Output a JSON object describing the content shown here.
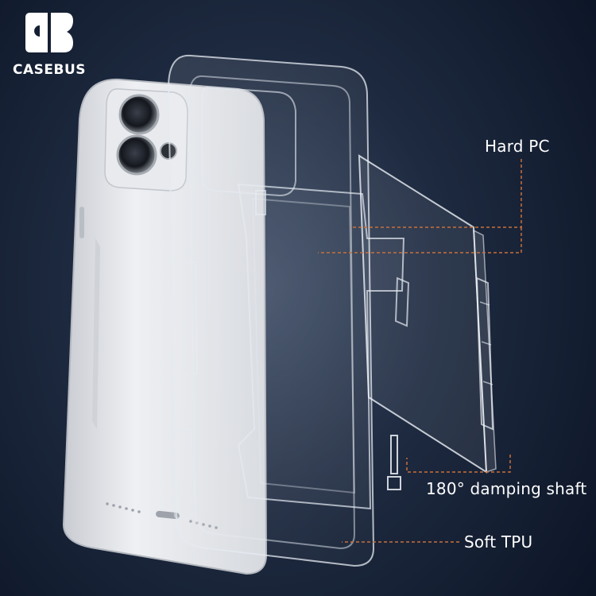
{
  "brand": {
    "name": "CASEBUS",
    "logo_icon": "casebus-logo-icon"
  },
  "callouts": {
    "hard_pc": "Hard PC",
    "damping_shaft": "180° damping shaft",
    "soft_tpu": "Soft TPU"
  },
  "colors": {
    "background": "#1e2a40",
    "leader_line": "#c8703a",
    "text": "#ffffff",
    "phone_body": "#e4e6ea"
  }
}
